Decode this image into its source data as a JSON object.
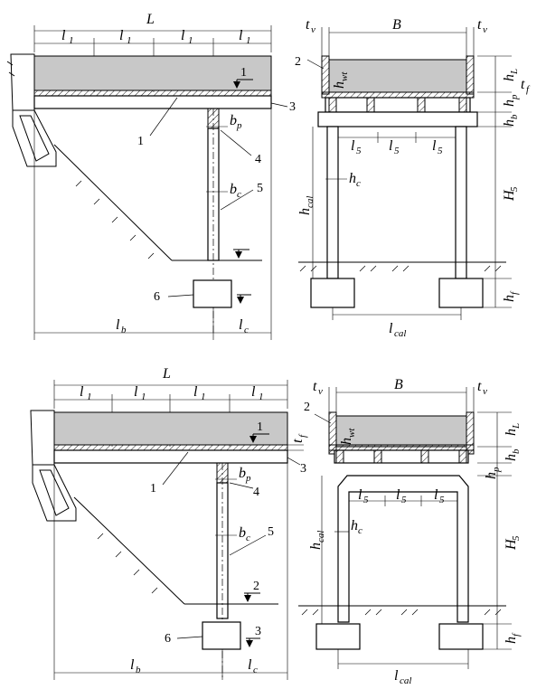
{
  "labels": {
    "L": "L",
    "l1": "l",
    "l1_sub": "1",
    "B": "B",
    "tv": "t",
    "tv_sub": "v",
    "hL": "h",
    "hL_sub": "L",
    "hp": "h",
    "hp_sub": "p",
    "hb": "h",
    "hb_sub": "b",
    "tf": "t",
    "tf_sub": "f",
    "hwt": "h",
    "hwt_sub": "wt",
    "l5": "l",
    "l5_sub": "5",
    "hc_lbl": "h",
    "hc_sub": "c",
    "hcal": "h",
    "hcal_sub": "cal",
    "H5": "H",
    "H5_sub": "5",
    "hf": "h",
    "hf_sub": "f",
    "lcal": "l",
    "lcal_sub": "cal",
    "bp": "b",
    "bp_sub": "p",
    "bc": "b",
    "bc_sub": "c",
    "lb": "l",
    "lb_sub": "b",
    "lc": "l",
    "lc_sub": "c"
  },
  "callouts": {
    "n1": "1",
    "n2": "2",
    "n3": "3",
    "n4": "4",
    "n5": "5",
    "n6": "6"
  }
}
